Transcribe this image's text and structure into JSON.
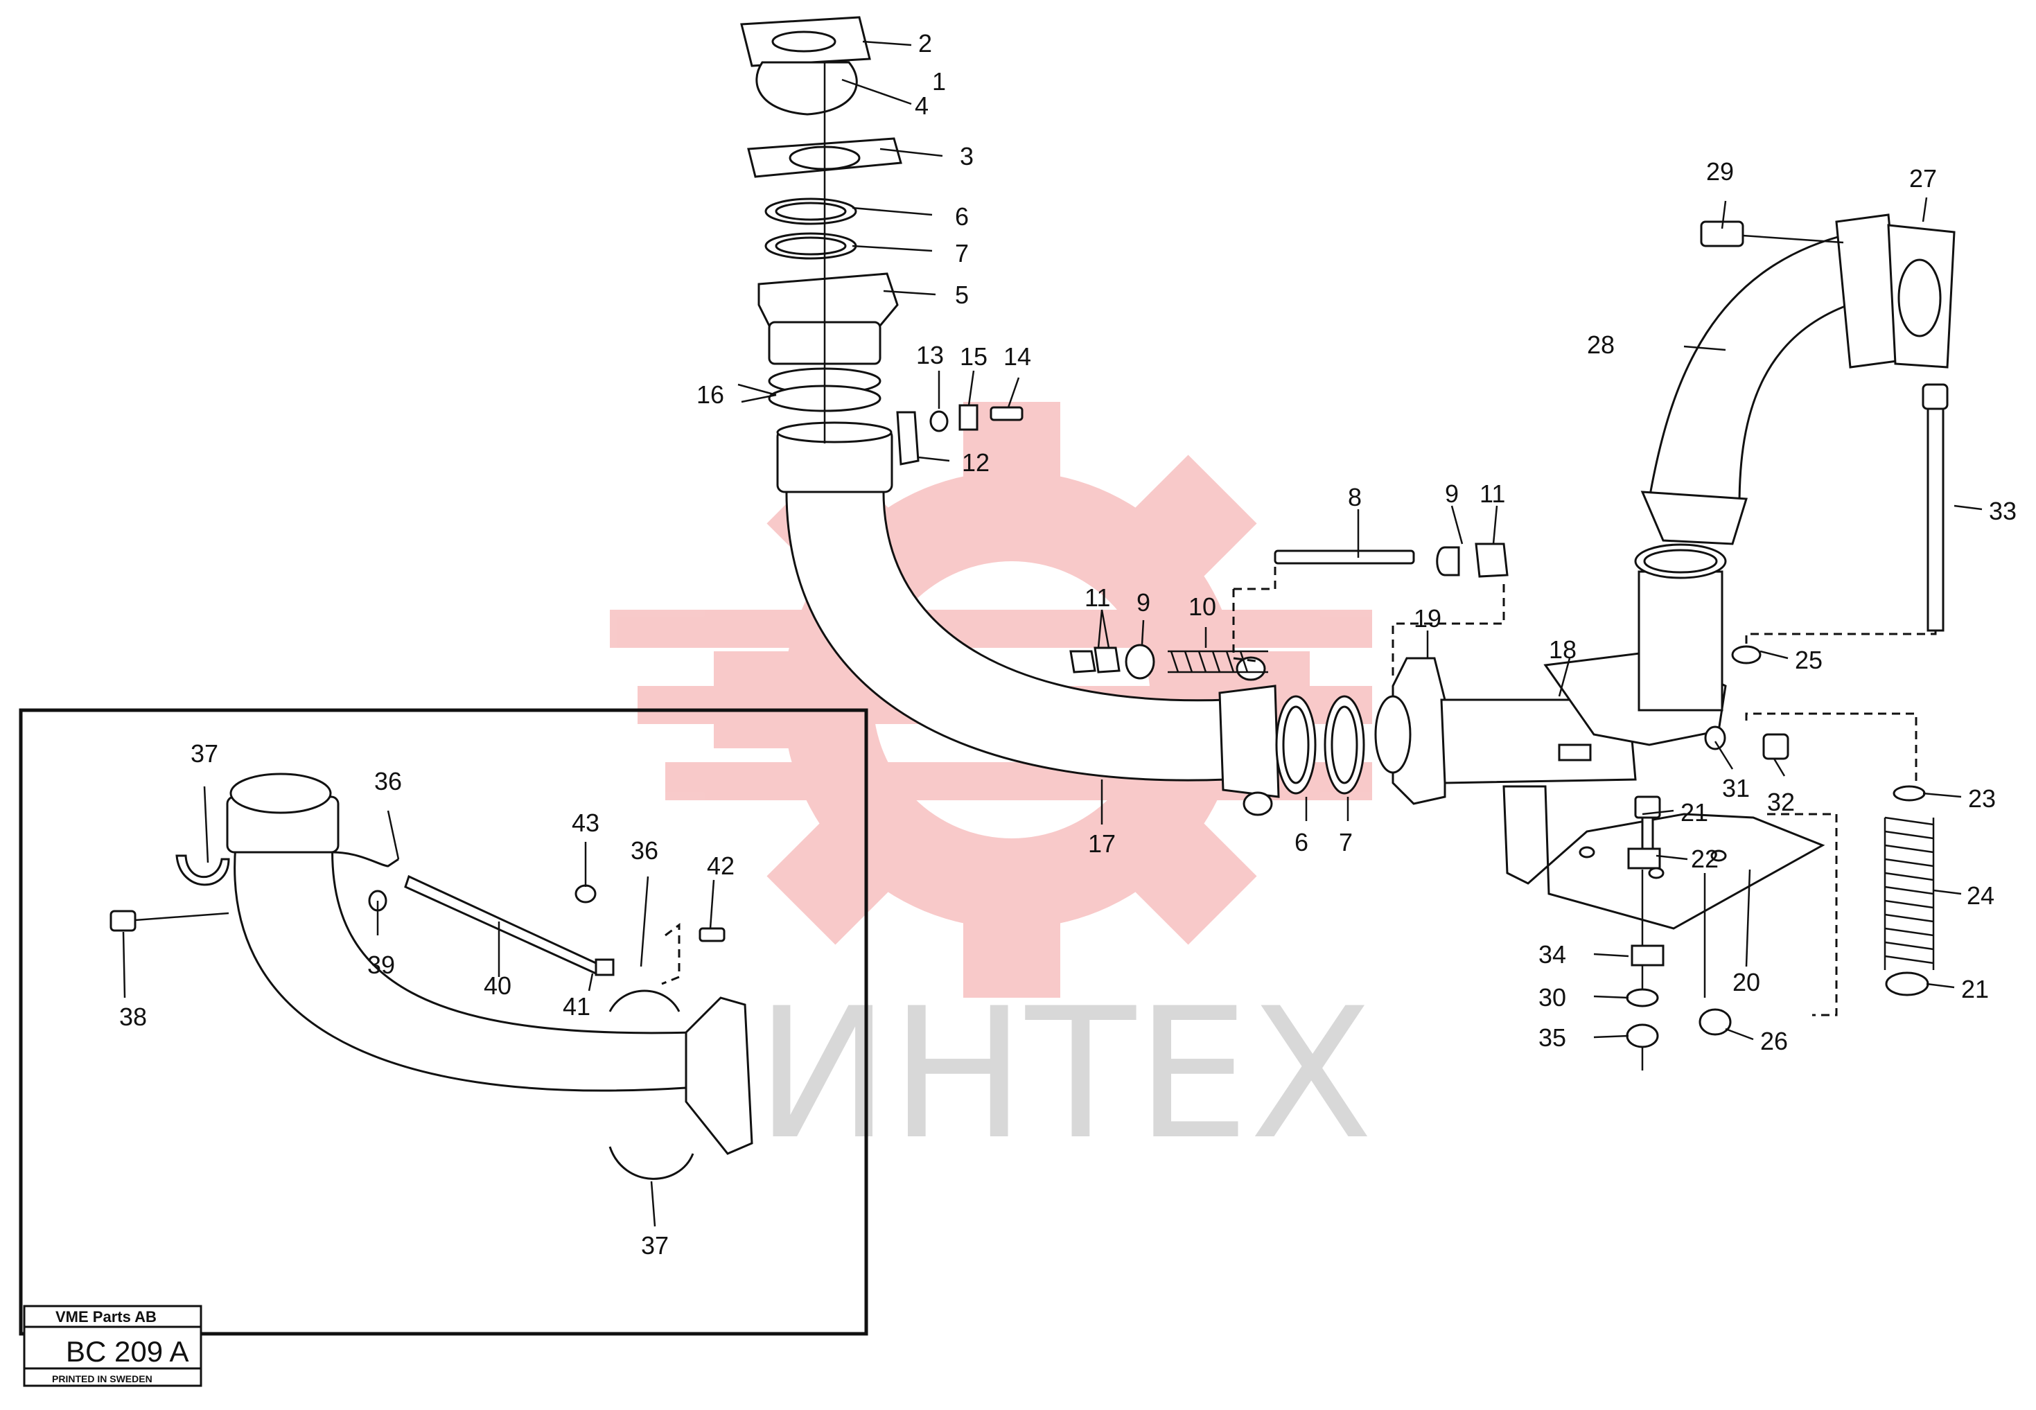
{
  "watermark": {
    "text": "ИНТЕХ",
    "logo": "gear-logo",
    "color": "#f6b3b3"
  },
  "callouts": {
    "c1": "1",
    "c2": "2",
    "c3": "3",
    "c4": "4",
    "c5": "5",
    "c6a": "6",
    "c6b": "6",
    "c7a": "7",
    "c7b": "7",
    "c8": "8",
    "c9a": "9",
    "c9b": "9",
    "c10": "10",
    "c11a": "11",
    "c11b": "11",
    "c12": "12",
    "c13": "13",
    "c14": "14",
    "c15": "15",
    "c16": "16",
    "c17": "17",
    "c18": "18",
    "c19": "19",
    "c20": "20",
    "c21a": "21",
    "c21b": "21",
    "c22": "22",
    "c23": "23",
    "c24": "24",
    "c25": "25",
    "c26": "26",
    "c27": "27",
    "c28": "28",
    "c29": "29",
    "c30": "30",
    "c31": "31",
    "c32": "32",
    "c33": "33",
    "c34": "34",
    "c35": "35",
    "c36a": "36",
    "c36b": "36",
    "c37a": "37",
    "c37b": "37",
    "c38": "38",
    "c39": "39",
    "c40": "40",
    "c41": "41",
    "c42": "42",
    "c43": "43"
  },
  "title_block": {
    "company": "VME Parts AB",
    "code": "BC 209 A",
    "footer": "PRINTED IN SWEDEN"
  }
}
